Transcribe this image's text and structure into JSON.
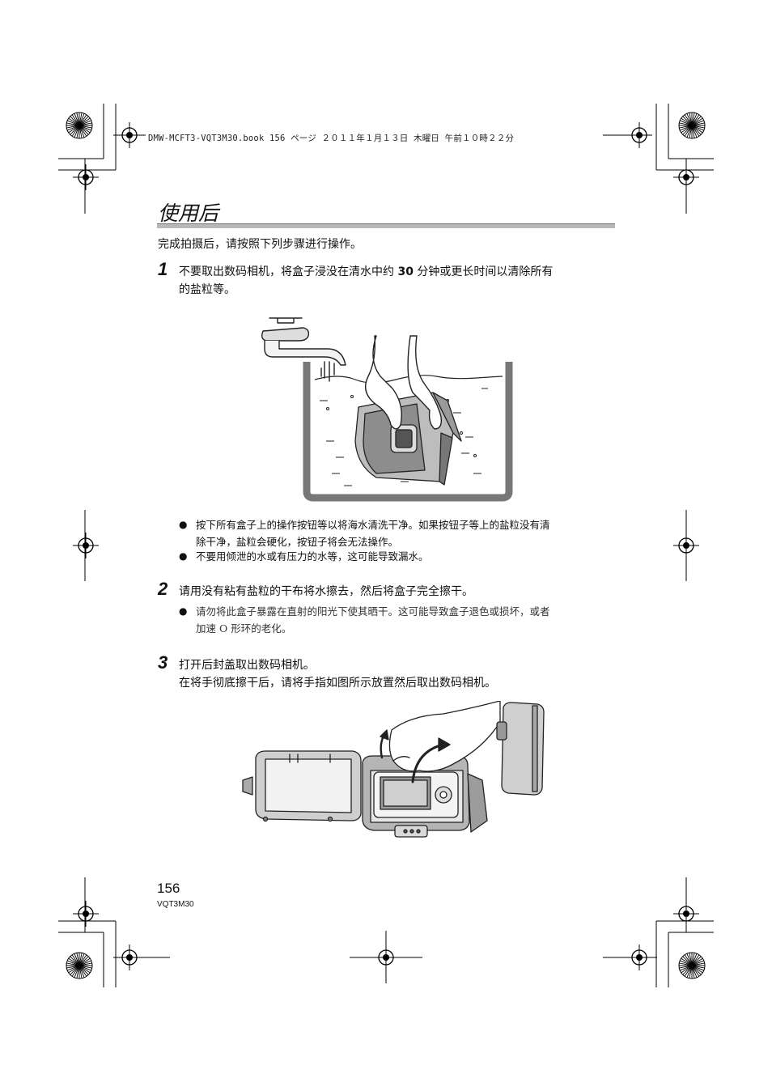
{
  "header": {
    "file_info": "DMW-MCFT3-VQT3M30.book  156 ページ  ２０１１年１月１３日  木曜日  午前１０時２２分"
  },
  "section": {
    "title": "使用后",
    "intro": "完成拍摄后，请按照下列步骤进行操作。"
  },
  "steps": [
    {
      "number": "1",
      "line1_a": "不要取出数码相机，将盒子浸没在清水中约 ",
      "line1_bold": "30",
      "line1_b": " 分钟或更长时间以清除所有",
      "line2": "的盐粒等。",
      "bullets": [
        {
          "line1": "按下所有盒子上的操作按钮等以将海水清洗干净。如果按钮子等上的盐粒没有清",
          "line2": "除干净，盐粒会硬化，按钮子将会无法操作。"
        },
        {
          "line1": "不要用倾泄的水或有压力的水等，这可能导致漏水。"
        }
      ]
    },
    {
      "number": "2",
      "line1": "请用没有粘有盐粒的干布将水擦去，然后将盒子完全擦干。",
      "bullets": [
        {
          "line1": "请勿将此盒子暴露在直射的阳光下使其晒干。这可能导致盒子退色或损坏，或者",
          "line2": "加速 O 形环的老化。"
        }
      ]
    },
    {
      "number": "3",
      "line1": "打开后封盖取出数码相机。",
      "line2": "在将手彻底擦干后，请将手指如图所示放置然后取出数码相机。"
    }
  ],
  "footer": {
    "page_number": "156",
    "doc_code": "VQT3M30"
  },
  "icons": {
    "registration_mark": "crosshair-circle-icon",
    "star_target": "starburst-target-icon"
  }
}
